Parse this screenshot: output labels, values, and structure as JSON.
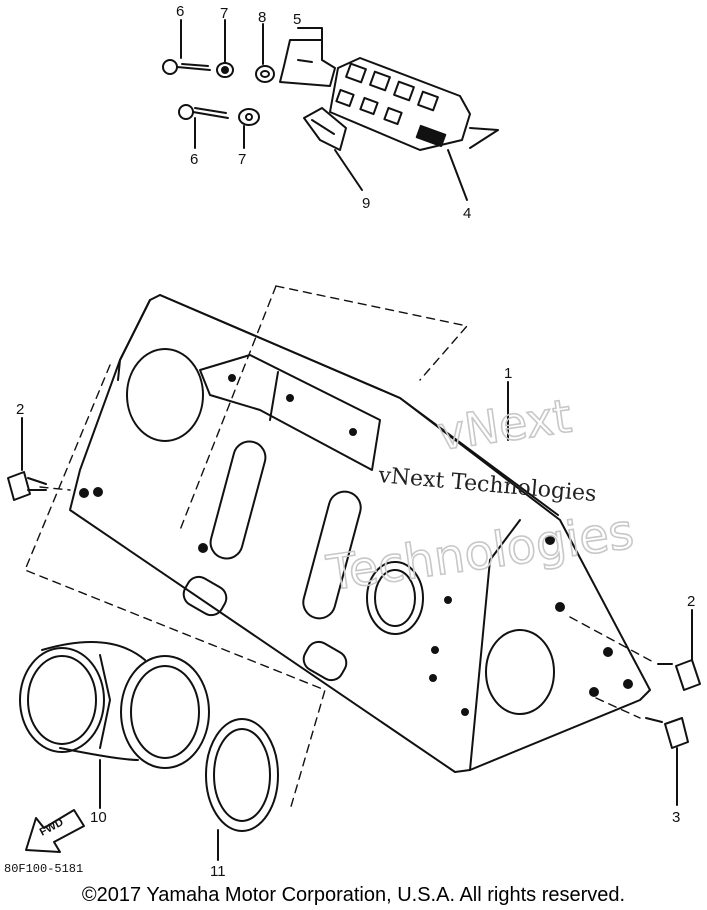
{
  "diagram": {
    "callouts": [
      {
        "id": "c6a",
        "text": "6"
      },
      {
        "id": "c7a",
        "text": "7"
      },
      {
        "id": "c8",
        "text": "8"
      },
      {
        "id": "c5",
        "text": "5"
      },
      {
        "id": "c6b",
        "text": "6"
      },
      {
        "id": "c7b",
        "text": "7"
      },
      {
        "id": "c9",
        "text": "9"
      },
      {
        "id": "c4",
        "text": "4"
      },
      {
        "id": "c1",
        "text": "1"
      },
      {
        "id": "c2a",
        "text": "2"
      },
      {
        "id": "c2b",
        "text": "2"
      },
      {
        "id": "c3",
        "text": "3"
      },
      {
        "id": "c10",
        "text": "10"
      },
      {
        "id": "c11",
        "text": "11"
      }
    ],
    "drawing_code": "80F100-5181",
    "fwd_label": "FWD"
  },
  "watermark": {
    "outline_line1": "vNext",
    "outline_line2": "Technologies",
    "solid_text": "vNext Technologies"
  },
  "footer": {
    "copyright": "©2017 Yamaha Motor Corporation, U.S.A. All rights reserved."
  }
}
